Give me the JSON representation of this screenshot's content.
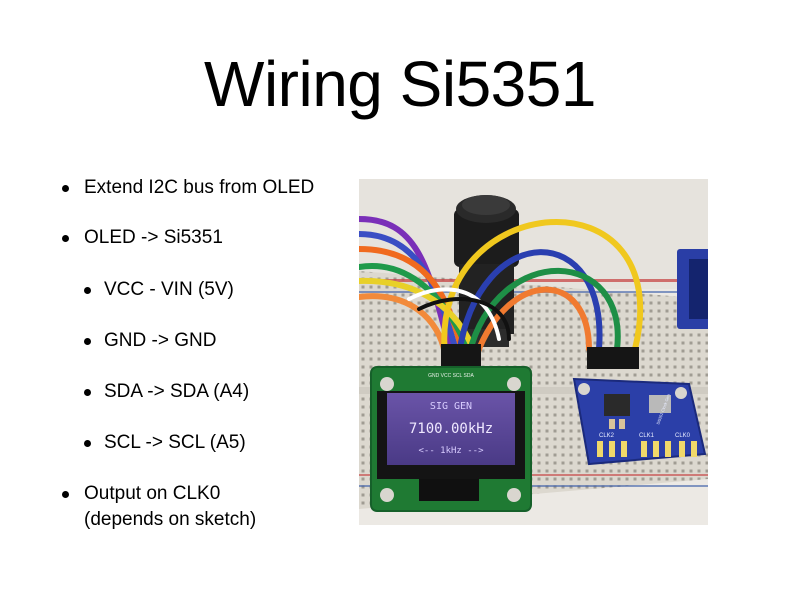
{
  "slide": {
    "title": "Wiring Si5351",
    "bullets": [
      {
        "level": 1,
        "text": "Extend I2C bus from OLED"
      },
      {
        "level": 1,
        "text": "OLED -> Si5351"
      },
      {
        "level": 2,
        "text": "VCC - VIN (5V)"
      },
      {
        "level": 2,
        "text": "GND -> GND"
      },
      {
        "level": 2,
        "text": "SDA -> SDA (A4)"
      },
      {
        "level": 2,
        "text": "SCL -> SCL (A5)"
      },
      {
        "level": 1,
        "text": "Output on CLK0"
      },
      {
        "level": 1,
        "text": "(depends on sketch)"
      }
    ]
  },
  "photo": {
    "oled": {
      "pin_header": "GND VCC SCL SDA",
      "line1": "SIG GEN",
      "line2": "7100.00kHz",
      "line3": "<--  1kHz  -->"
    },
    "si5351_board": {
      "labels": [
        "CLK0",
        "CLK1",
        "CLK2"
      ],
      "silkscreen": "Si5351 Clock Gen"
    }
  }
}
